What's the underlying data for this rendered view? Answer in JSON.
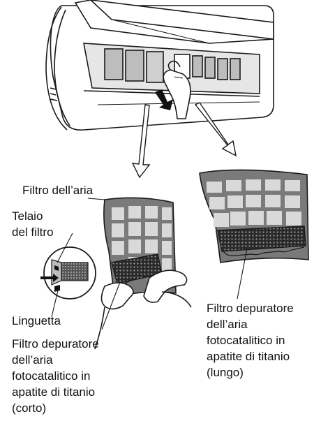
{
  "labels": {
    "filtro_aria": "Filtro dell’aria",
    "telaio_line1": "Telaio",
    "telaio_line2": "del filtro",
    "linguetta": "Linguetta",
    "corto_lines": [
      "Filtro depuratore",
      "dell’aria",
      "fotocatalitico in",
      "apatite di titanio",
      "(corto)"
    ],
    "lungo_lines": [
      "Filtro depuratore",
      "dell’aria",
      "fotocatalitico in",
      "apatite di titanio",
      "(lungo)"
    ]
  },
  "colors": {
    "line": "#1a1a1a",
    "filter_frame": "#7a7a7a",
    "filter_cell": "#d9d9d9",
    "panel_grey": "#bdbdbd",
    "mesh_dark": "#2a2a2a",
    "background": "#ffffff"
  },
  "icons": [
    "air-conditioner-unit",
    "hand",
    "arrow-down",
    "magnifier-circle"
  ]
}
